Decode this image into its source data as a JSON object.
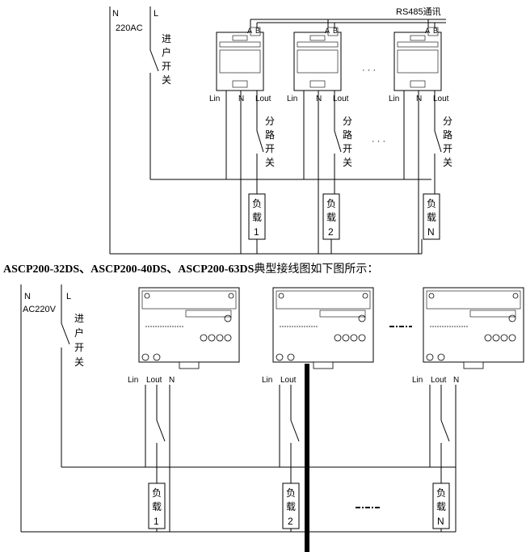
{
  "top": {
    "n_label": "N",
    "l_label": "L",
    "supply": "220AC",
    "main_switch": [
      "进",
      "户",
      "开",
      "关"
    ],
    "bus_label": "RS485通讯",
    "ab": [
      "A",
      "B"
    ],
    "terminals": [
      "Lin",
      "N",
      "Lout"
    ],
    "branch_switch": [
      "分",
      "路",
      "开",
      "关"
    ],
    "ellipsis": "· · ·",
    "loads": [
      [
        "负",
        "载",
        "1"
      ],
      [
        "负",
        "载",
        "2"
      ],
      [
        "负",
        "载",
        "N"
      ]
    ]
  },
  "caption": {
    "models": "ASCP200-32DS、ASCP200-40DS、ASCP200-63DS",
    "rest": "典型接线图如下图所示："
  },
  "bottom": {
    "n_label": "N",
    "l_label": "L",
    "supply": "AC220V",
    "main_switch": [
      "进",
      "户",
      "开",
      "关"
    ],
    "terminals": [
      "Lin",
      "Lout",
      "N"
    ],
    "loads": [
      [
        "负",
        "载",
        "1"
      ],
      [
        "负",
        "载",
        "2"
      ],
      [
        "负",
        "载",
        "N"
      ]
    ]
  }
}
